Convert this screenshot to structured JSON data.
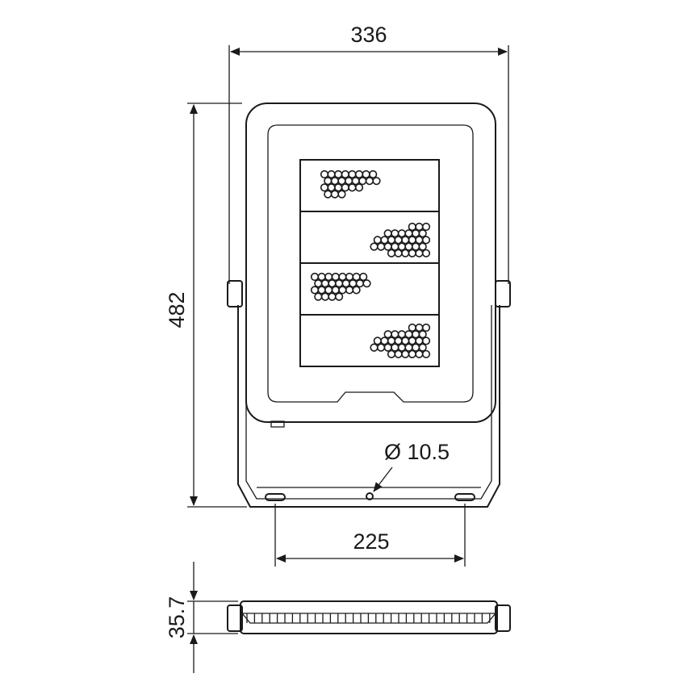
{
  "dimensions": {
    "overall_width": "336",
    "overall_height": "482",
    "hole_diameter": "Ø 10.5",
    "mount_hole_spacing": "225",
    "profile_depth": "35.7"
  }
}
